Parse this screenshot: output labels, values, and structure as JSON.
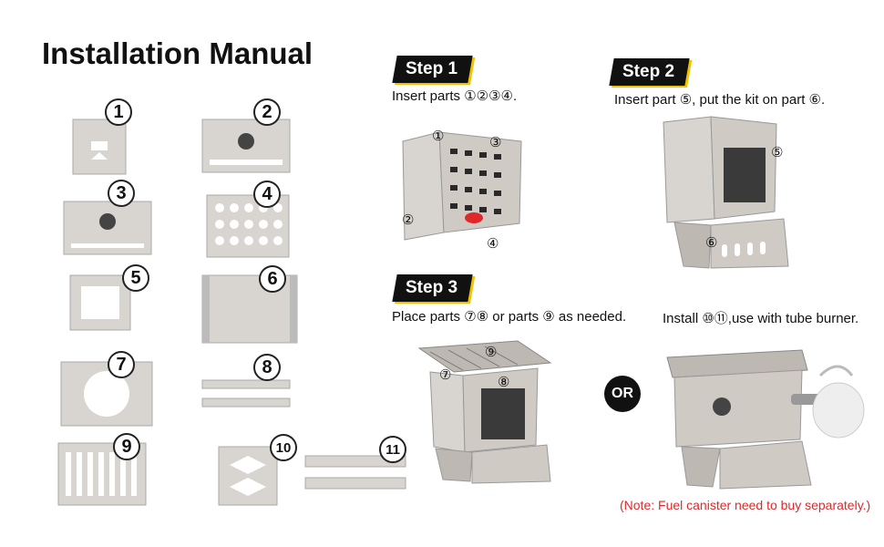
{
  "title": "Installation Manual",
  "steps": [
    {
      "badge": "Step 1",
      "text": "Insert parts ①②③④."
    },
    {
      "badge": "Step 2",
      "text": "Insert part ⑤, put the kit on part ⑥."
    },
    {
      "badge": "Step 3",
      "text": "Place parts ⑦⑧ or parts ⑨ as needed."
    }
  ],
  "step3_alt": "Install ⑩⑪,use with tube burner.",
  "or_label": "OR",
  "note": "(Note: Fuel canister need to buy separately.)",
  "parts": [
    "1",
    "2",
    "3",
    "4",
    "5",
    "6",
    "7",
    "8",
    "9",
    "10",
    "11"
  ],
  "diagram_labels": {
    "step1": [
      "①",
      "③",
      "②",
      "④"
    ],
    "step2": [
      "⑤",
      "⑥"
    ],
    "step3": [
      "⑦",
      "⑨",
      "⑧"
    ]
  },
  "colors": {
    "accent": "#f2c200",
    "note": "#e0282a",
    "metal": "#d8d4cf",
    "dark": "#111111"
  }
}
